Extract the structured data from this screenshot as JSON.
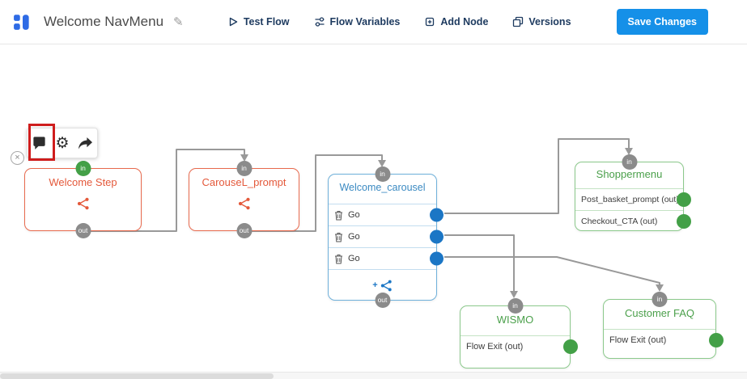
{
  "header": {
    "title": "Welcome NavMenu",
    "actions": [
      {
        "label": "Test Flow",
        "icon": "play-icon"
      },
      {
        "label": "Flow Variables",
        "icon": "variables-icon"
      },
      {
        "label": "Add Node",
        "icon": "add-node-icon"
      },
      {
        "label": "Versions",
        "icon": "versions-icon"
      }
    ],
    "save_label": "Save Changes"
  },
  "icons": {
    "close": "×",
    "gear": "⚙",
    "pencil": "✎",
    "plus": "+"
  },
  "ports": {
    "in": "in",
    "out": "out"
  },
  "nodes": {
    "welcome_step": {
      "title": "Welcome Step"
    },
    "carousel_prompt": {
      "title": "CarouseL_prompt"
    },
    "welcome_carousel": {
      "title": "Welcome_carousel",
      "rows": [
        "Go",
        "Go",
        "Go"
      ]
    },
    "shoppermenu": {
      "title": "Shoppermenu",
      "rows": [
        "Post_basket_prompt (out)",
        "Checkout_CTA (out)"
      ]
    },
    "wismo": {
      "title": "WISMO",
      "rows": [
        "Flow Exit (out)"
      ]
    },
    "customer_faq": {
      "title": "Customer FAQ",
      "rows": [
        "Flow Exit (out)"
      ]
    }
  },
  "colors": {
    "save_button": "#1590e8",
    "logo_blue": "#2e6be5",
    "node_orange": "#e4593b",
    "node_blue": "#3b8ac2",
    "node_green": "#4ba04b",
    "connector_blue": "#1b76c5",
    "connector_green": "#43a047",
    "port_gray": "#8b8b8b",
    "wire_gray": "#999999",
    "annotation_red": "#cf1d1d"
  }
}
